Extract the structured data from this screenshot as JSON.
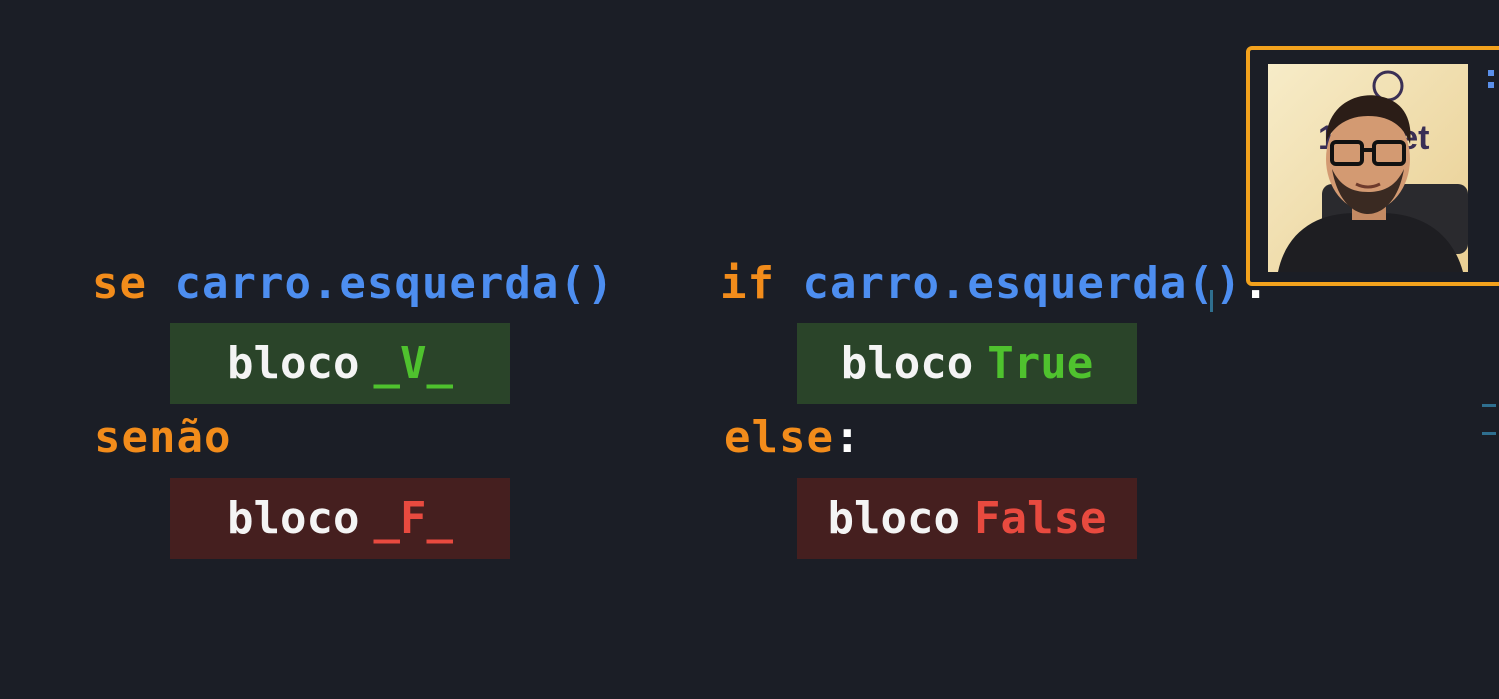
{
  "left_code": {
    "if_keyword": "se",
    "condition": "carro.esquerda()",
    "true_block": {
      "word": "bloco",
      "value": "_V_"
    },
    "else_keyword": "senão",
    "false_block": {
      "word": "bloco",
      "value": "_F_"
    }
  },
  "right_code": {
    "if_keyword": "if",
    "condition": "carro.esquerda()",
    "colon": ":",
    "true_block": {
      "word": "bloco",
      "value": "True"
    },
    "else_keyword": "else",
    "else_colon": ":",
    "false_block": {
      "word": "bloco",
      "value": "False"
    }
  },
  "webcam": {
    "background_text": "1bitnet"
  },
  "colors": {
    "background": "#1b1e26",
    "keyword": "#f28c1b",
    "function": "#4d8ef0",
    "true_value": "#4fc22e",
    "false_value": "#e84a3f",
    "true_block_bg": "#2a4429",
    "false_block_bg": "#451f1f",
    "webcam_border": "#f3a21d"
  }
}
